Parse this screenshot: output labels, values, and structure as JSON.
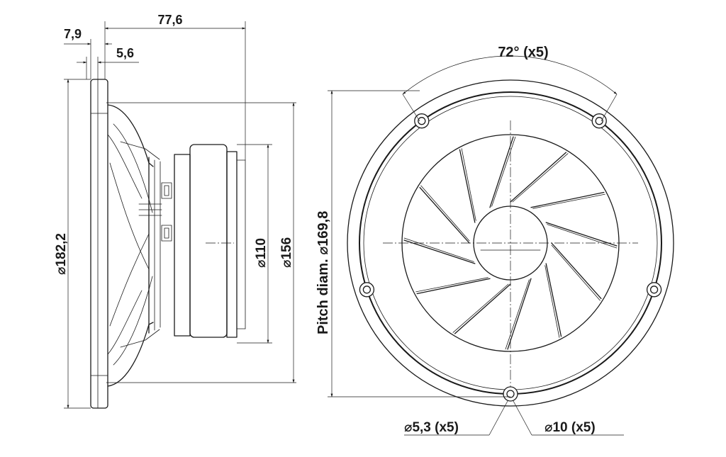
{
  "side_view": {
    "dim_depth_total": "77,6",
    "dim_flange": "7,9",
    "dim_gasket": "5,6",
    "dim_outer_diameter": "182,2",
    "dim_magnet_inner": "110",
    "dim_magnet_outer": "156"
  },
  "front_view": {
    "dim_angle": "72° (x5)",
    "dim_pitch_label": "Pitch diam.",
    "dim_pitch_diameter": "169,8",
    "dim_hole_small": "5,3 (x5)",
    "dim_hole_large": "10 (x5)"
  },
  "symbols": {
    "diameter": "⌀"
  }
}
